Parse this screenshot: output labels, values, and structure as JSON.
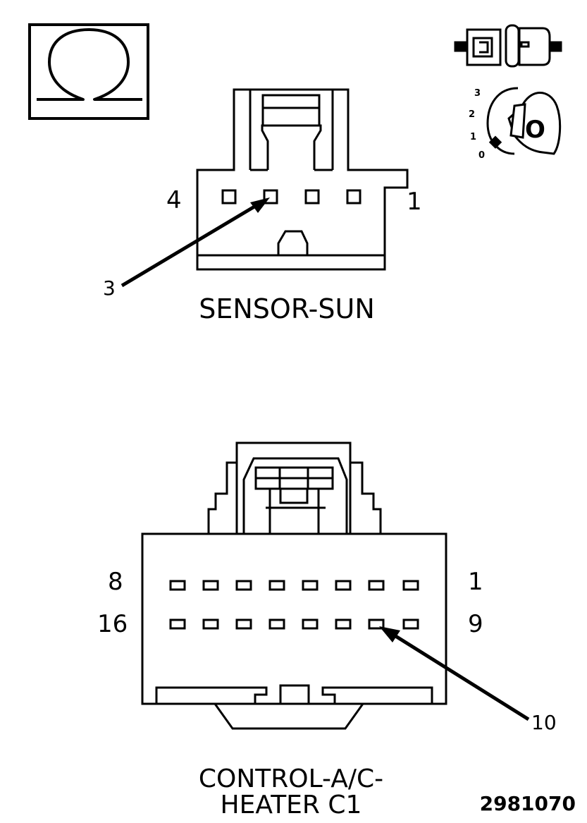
{
  "ohm_symbol": "Ω",
  "key_switch": {
    "positions": [
      "3",
      "2",
      "1",
      "0"
    ],
    "key_letter": "O"
  },
  "sensor_sun": {
    "title": "SENSOR-SUN",
    "pin_left": "4",
    "pin_right": "1",
    "callout": "3"
  },
  "control_heater": {
    "title_line1": "CONTROL-A/C-",
    "title_line2": "HEATER C1",
    "row1_left": "8",
    "row1_right": "1",
    "row2_left": "16",
    "row2_right": "9",
    "callout": "10"
  },
  "figure_id": "2981070"
}
